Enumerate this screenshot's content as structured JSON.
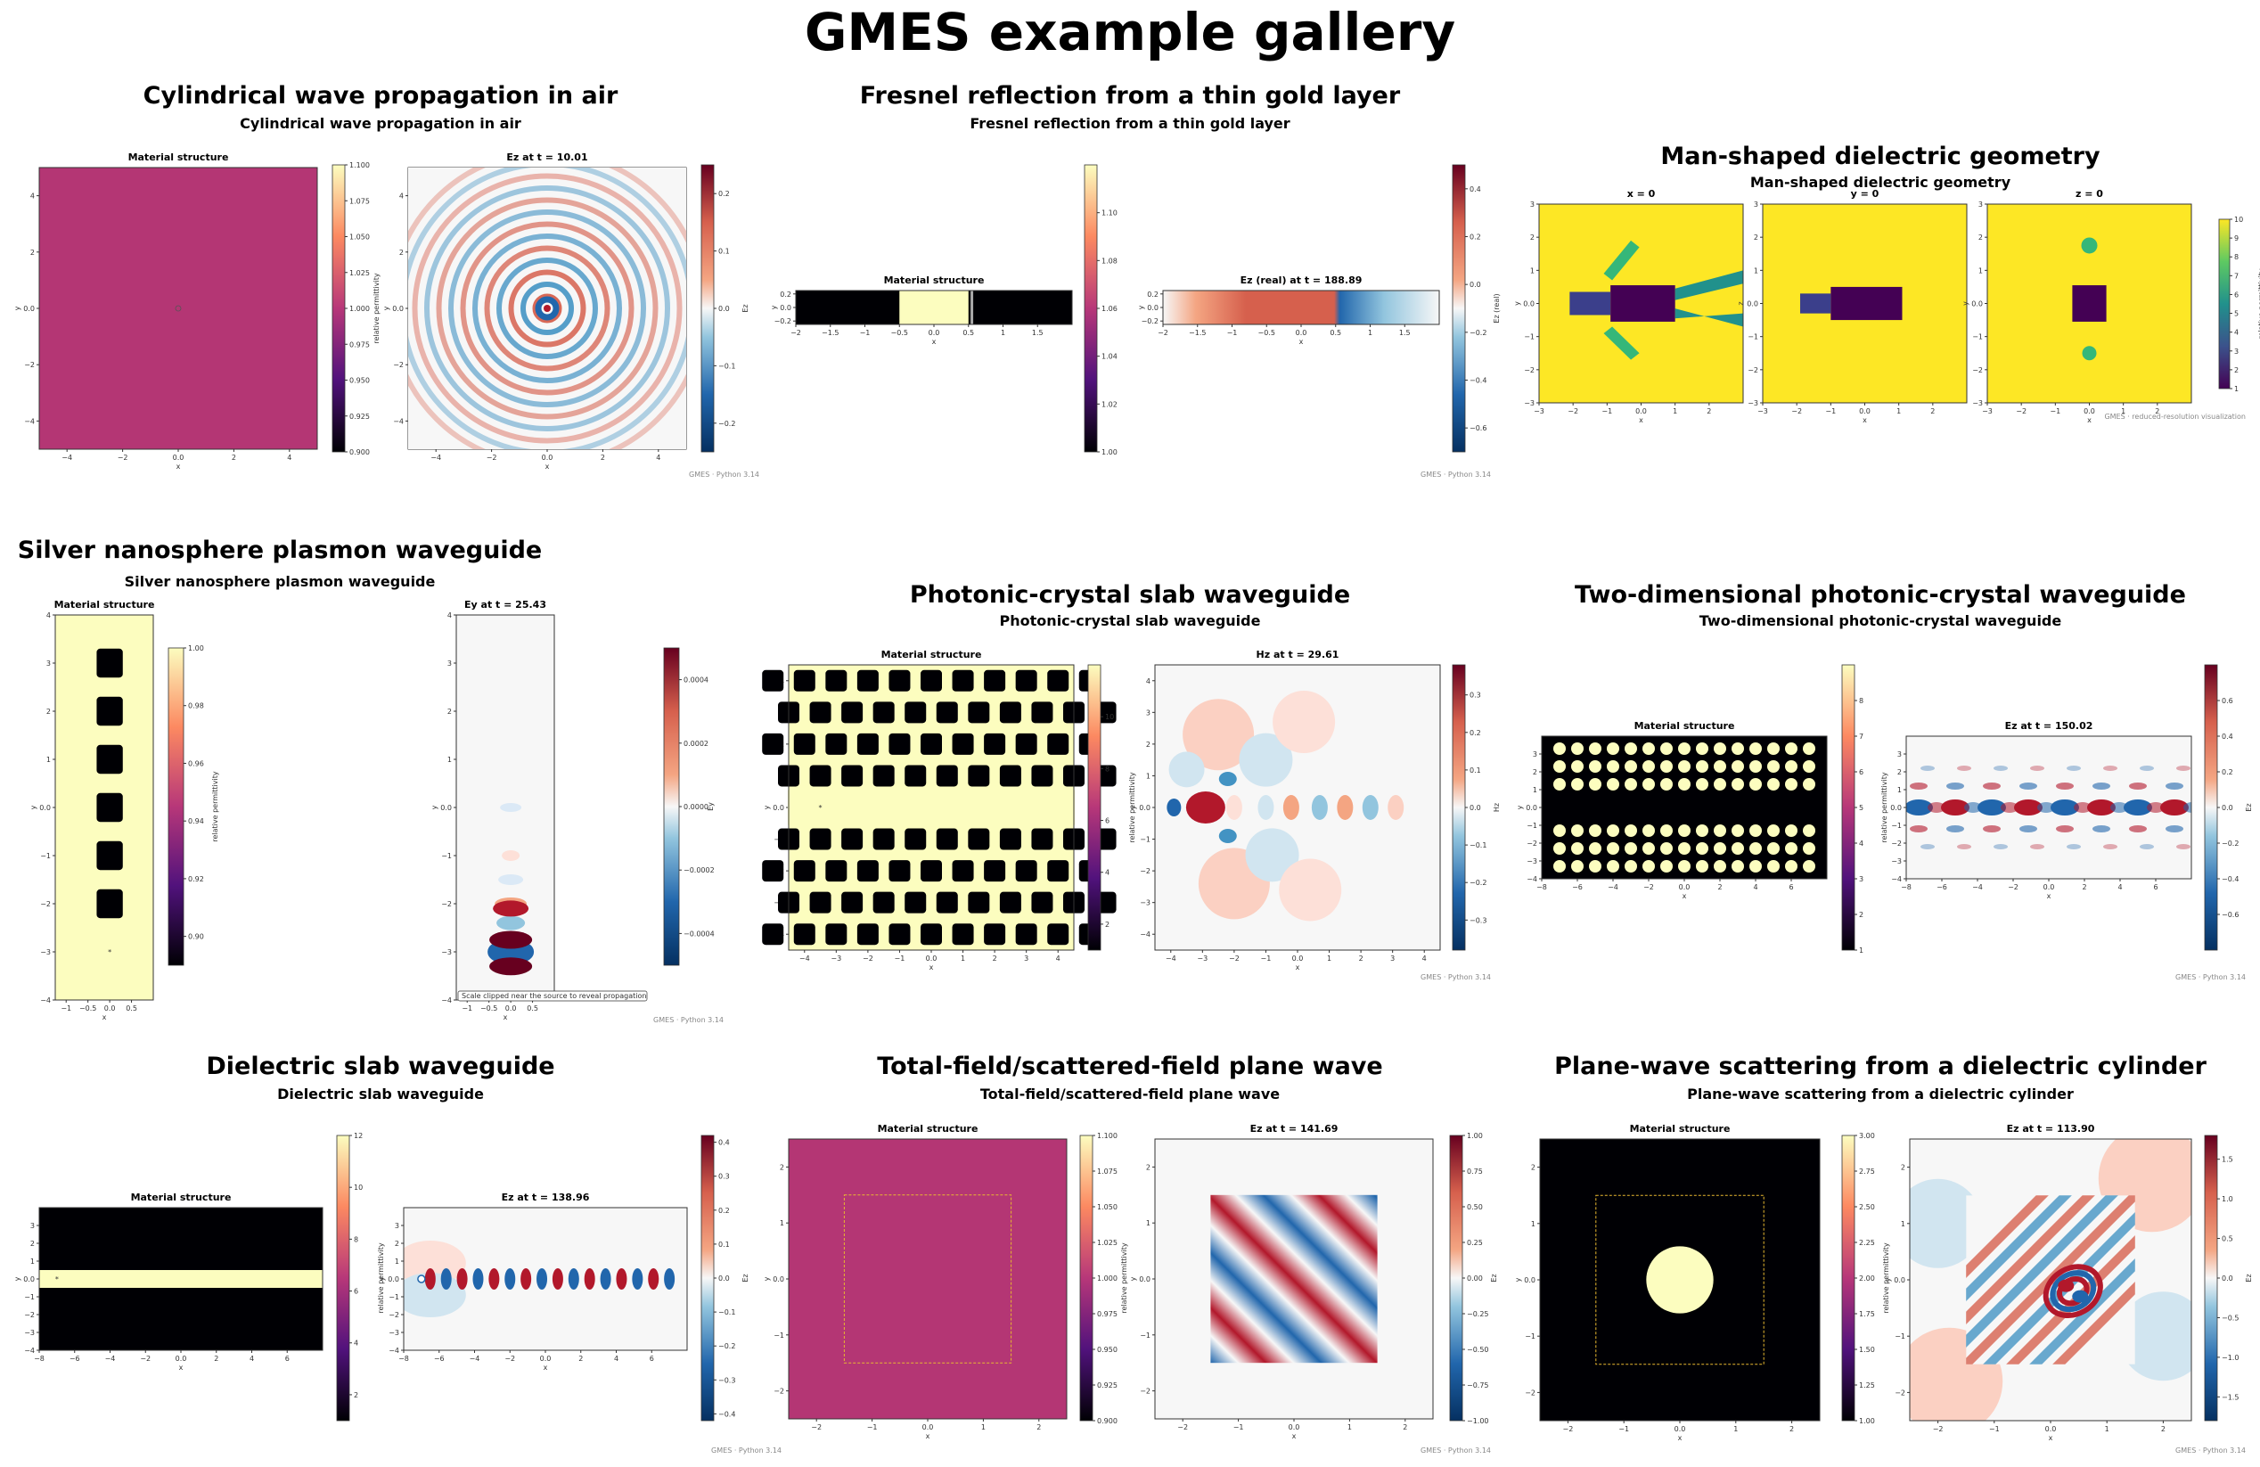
{
  "title": "GMES example gallery",
  "colors": {
    "magenta": "#b43674",
    "cream": "#fcfdbf",
    "red": "#b2182b",
    "blue": "#2166ac",
    "yellow": "#fde725",
    "purple": "#440154",
    "teal": "#21918c",
    "green": "#35b779"
  },
  "chart_data": [
    {
      "type": "heatmap",
      "title": "Cylindrical wave propagation in air",
      "subtitle": "Cylindrical wave propagation in air",
      "panels": [
        {
          "title": "Material structure",
          "xlabel": "x",
          "ylabel": "y",
          "xlim": [
            -5,
            5
          ],
          "ylim": [
            -5,
            5
          ],
          "xticks": [
            -4,
            -2,
            0,
            2,
            4
          ],
          "yticks": [
            -4,
            -2,
            0,
            2,
            4
          ],
          "colorbar": {
            "label": "relative permittivity",
            "colormap": "magma",
            "range": [
              0.9,
              1.1
            ],
            "ticks": [
              0.9,
              0.925,
              0.95,
              0.975,
              1.0,
              1.025,
              1.05,
              1.075,
              1.1
            ]
          }
        },
        {
          "title": "Ez at t = 10.01",
          "xlabel": "x",
          "ylabel": "y",
          "xlim": [
            -5,
            5
          ],
          "ylim": [
            -5,
            5
          ],
          "xticks": [
            -4,
            -2,
            0,
            2,
            4
          ],
          "yticks": [
            -4,
            -2,
            0,
            2,
            4
          ],
          "colorbar": {
            "label": "Ez",
            "colormap": "RdBu_r",
            "range": [
              -0.25,
              0.25
            ],
            "ticks": [
              -0.2,
              -0.1,
              0.0,
              0.1,
              0.2
            ]
          }
        }
      ],
      "footer": "GMES · Python 3.14"
    },
    {
      "type": "heatmap",
      "title": "Fresnel reflection from a thin gold layer",
      "subtitle": "Fresnel reflection from a thin gold layer",
      "panels": [
        {
          "title": "Material structure",
          "xlabel": "x",
          "ylabel": "y",
          "xlim": [
            -2,
            2
          ],
          "ylim": [
            -0.25,
            0.25
          ],
          "xticks": [
            -2.0,
            -1.5,
            -1.0,
            -0.5,
            0.0,
            0.5,
            1.0,
            1.5
          ],
          "yticks": [
            -0.2,
            0.0,
            0.2
          ],
          "colorbar": {
            "label": "",
            "colormap": "magma",
            "range": [
              1.0,
              1.12
            ],
            "ticks": [
              1.0,
              1.02,
              1.04,
              1.06,
              1.08,
              1.1
            ]
          }
        },
        {
          "title": "Ez (real) at t = 188.89",
          "xlabel": "x",
          "ylabel": "y",
          "xlim": [
            -2,
            2
          ],
          "ylim": [
            -0.25,
            0.25
          ],
          "xticks": [
            -2.0,
            -1.5,
            -1.0,
            -0.5,
            0.0,
            0.5,
            1.0,
            1.5
          ],
          "yticks": [
            -0.2,
            0.0,
            0.2
          ],
          "colorbar": {
            "label": "Ez (real)",
            "colormap": "RdBu_r",
            "range": [
              -0.7,
              0.5
            ],
            "ticks": [
              -0.6,
              -0.4,
              -0.2,
              0.0,
              0.2,
              0.4
            ]
          }
        }
      ],
      "footer": "GMES · Python 3.14"
    },
    {
      "type": "heatmap",
      "title": "Man-shaped dielectric geometry",
      "subtitle": "Man-shaped dielectric geometry",
      "panels": [
        {
          "title": "x = 0",
          "xlabel": "x",
          "ylabel": "y",
          "xlim": [
            -3,
            3
          ],
          "ylim": [
            -3,
            3
          ],
          "xticks": [
            -3,
            -2,
            -1,
            0,
            1,
            2
          ],
          "yticks": [
            -3,
            -2,
            -1,
            0,
            1,
            2,
            3
          ]
        },
        {
          "title": "y = 0",
          "xlabel": "x",
          "ylabel": "z",
          "xlim": [
            -3,
            3
          ],
          "ylim": [
            -3,
            3
          ],
          "xticks": [
            -3,
            -2,
            -1,
            0,
            1,
            2
          ],
          "yticks": [
            -3,
            -2,
            -1,
            0,
            1,
            2,
            3
          ]
        },
        {
          "title": "z = 0",
          "xlabel": "x",
          "ylabel": "y",
          "xlim": [
            -3,
            3
          ],
          "ylim": [
            -3,
            3
          ],
          "xticks": [
            -3,
            -2,
            -1,
            0,
            1,
            2
          ],
          "yticks": [
            -3,
            -2,
            -1,
            0,
            1,
            2,
            3
          ]
        }
      ],
      "colorbar": {
        "label": "relative permittivity",
        "colormap": "viridis",
        "range": [
          1,
          10
        ],
        "ticks": [
          1,
          2,
          3,
          4,
          5,
          6,
          7,
          8,
          9,
          10
        ]
      },
      "footer": "GMES · reduced-resolution visualization"
    },
    {
      "type": "heatmap",
      "title": "Silver nanosphere plasmon waveguide",
      "subtitle": "Silver nanosphere plasmon waveguide",
      "panels": [
        {
          "title": "Material structure",
          "xlabel": "x",
          "ylabel": "y",
          "xlim": [
            -1.25,
            1.0
          ],
          "ylim": [
            -4,
            4
          ],
          "xticks": [
            -1.0,
            -0.5,
            0.0,
            0.5
          ],
          "yticks": [
            -4,
            -3,
            -2,
            -1,
            0,
            1,
            2,
            3,
            4
          ],
          "colorbar": {
            "label": "relative permittivity",
            "colormap": "magma",
            "range": [
              0.89,
              1.0
            ],
            "ticks": [
              0.9,
              0.92,
              0.94,
              0.96,
              0.98,
              1.0
            ]
          }
        },
        {
          "title": "Ey at t = 25.43",
          "xlabel": "x",
          "ylabel": "y",
          "xlim": [
            -1.25,
            1.0
          ],
          "ylim": [
            -4,
            4
          ],
          "xticks": [
            -1.0,
            -0.5,
            0.0,
            0.5
          ],
          "yticks": [
            -4,
            -3,
            -2,
            -1,
            0,
            1,
            2,
            3,
            4
          ],
          "colorbar": {
            "label": "Ey",
            "colormap": "RdBu_r",
            "range": [
              -0.0005,
              0.0005
            ],
            "ticks": [
              "-0.0004",
              "-0.0002",
              "0.0000",
              "0.0002",
              "0.0004"
            ]
          },
          "annotation": "Scale clipped near the source to reveal propagation"
        }
      ],
      "footer": "GMES · Python 3.14"
    },
    {
      "type": "heatmap",
      "title": "Photonic-crystal slab waveguide",
      "subtitle": "Photonic-crystal slab waveguide",
      "panels": [
        {
          "title": "Material structure",
          "xlabel": "x",
          "ylabel": "y",
          "xlim": [
            -4.5,
            4.5
          ],
          "ylim": [
            -4.5,
            4.5
          ],
          "xticks": [
            -4,
            -3,
            -2,
            -1,
            0,
            1,
            2,
            3,
            4
          ],
          "yticks": [
            -4,
            -3,
            -2,
            -1,
            0,
            1,
            2,
            3,
            4
          ],
          "colorbar": {
            "label": "relative permittivity",
            "colormap": "magma",
            "range": [
              1,
              12
            ],
            "ticks": [
              2,
              4,
              6,
              8,
              10
            ]
          }
        },
        {
          "title": "Hz at t = 29.61",
          "xlabel": "x",
          "ylabel": "y",
          "xlim": [
            -4.5,
            4.5
          ],
          "ylim": [
            -4.5,
            4.5
          ],
          "xticks": [
            -4,
            -3,
            -2,
            -1,
            0,
            1,
            2,
            3,
            4
          ],
          "yticks": [
            -4,
            -3,
            -2,
            -1,
            0,
            1,
            2,
            3,
            4
          ],
          "colorbar": {
            "label": "Hz",
            "colormap": "RdBu_r",
            "range": [
              -0.38,
              0.38
            ],
            "ticks": [
              -0.3,
              -0.2,
              -0.1,
              0.0,
              0.1,
              0.2,
              0.3
            ]
          }
        }
      ],
      "footer": "GMES · Python 3.14"
    },
    {
      "type": "heatmap",
      "title": "Two-dimensional photonic-crystal waveguide",
      "subtitle": "Two-dimensional photonic-crystal waveguide",
      "panels": [
        {
          "title": "Material structure",
          "xlabel": "x",
          "ylabel": "y",
          "xlim": [
            -8,
            8
          ],
          "ylim": [
            -4,
            4
          ],
          "xticks": [
            -8,
            -6,
            -4,
            -2,
            0,
            2,
            4,
            6
          ],
          "yticks": [
            -4,
            -3,
            -2,
            -1,
            0,
            1,
            2,
            3
          ],
          "colorbar": {
            "label": "",
            "colormap": "magma",
            "range": [
              1,
              9
            ],
            "ticks": [
              1,
              2,
              3,
              4,
              5,
              6,
              7,
              8
            ]
          }
        },
        {
          "title": "Ez at t = 150.02",
          "xlabel": "x",
          "ylabel": "relative permittivity",
          "xlim": [
            -8,
            8
          ],
          "ylim": [
            -4,
            4
          ],
          "xticks": [
            -8,
            -6,
            -4,
            -2,
            0,
            2,
            4,
            6
          ],
          "yticks": [
            -4,
            -3,
            -2,
            -1,
            0,
            1,
            2,
            3
          ],
          "colorbar": {
            "label": "Ez",
            "colormap": "RdBu_r",
            "range": [
              -0.8,
              0.8
            ],
            "ticks": [
              -0.6,
              -0.4,
              -0.2,
              0.0,
              0.2,
              0.4,
              0.6
            ]
          }
        }
      ],
      "footer": "GMES · Python 3.14"
    },
    {
      "type": "heatmap",
      "title": "Dielectric slab waveguide",
      "subtitle": "Dielectric slab waveguide",
      "panels": [
        {
          "title": "Material structure",
          "xlabel": "x",
          "ylabel": "y",
          "xlim": [
            -8,
            8
          ],
          "ylim": [
            -4,
            4
          ],
          "xticks": [
            -8,
            -6,
            -4,
            -2,
            0,
            2,
            4,
            6
          ],
          "yticks": [
            -4,
            -3,
            -2,
            -1,
            0,
            1,
            2,
            3
          ],
          "colorbar": {
            "label": "relative permittivity",
            "colormap": "magma",
            "range": [
              1,
              12
            ],
            "ticks": [
              2,
              4,
              6,
              8,
              10,
              12
            ]
          }
        },
        {
          "title": "Ez at t = 138.96",
          "xlabel": "x",
          "ylabel": "y",
          "xlim": [
            -8,
            8
          ],
          "ylim": [
            -4,
            4
          ],
          "xticks": [
            -8,
            -6,
            -4,
            -2,
            0,
            2,
            4,
            6
          ],
          "yticks": [
            -4,
            -3,
            -2,
            -1,
            0,
            1,
            2,
            3
          ],
          "colorbar": {
            "label": "Ez",
            "colormap": "RdBu_r",
            "range": [
              -0.42,
              0.42
            ],
            "ticks": [
              -0.4,
              -0.3,
              -0.2,
              -0.1,
              0.0,
              0.1,
              0.2,
              0.3,
              0.4
            ]
          }
        }
      ],
      "footer": "GMES · Python 3.14"
    },
    {
      "type": "heatmap",
      "title": "Total-field/scattered-field plane wave",
      "subtitle": "Total-field/scattered-field plane wave",
      "panels": [
        {
          "title": "Material structure",
          "xlabel": "x",
          "ylabel": "y",
          "xlim": [
            -2.5,
            2.5
          ],
          "ylim": [
            -2.5,
            2.5
          ],
          "xticks": [
            -2,
            -1,
            0,
            1,
            2
          ],
          "yticks": [
            -2,
            -1,
            0,
            1,
            2
          ],
          "colorbar": {
            "label": "relative permittivity",
            "colormap": "magma",
            "range": [
              0.9,
              1.1
            ],
            "ticks": [
              0.9,
              0.925,
              0.95,
              0.975,
              1.0,
              1.025,
              1.05,
              1.075,
              1.1
            ]
          }
        },
        {
          "title": "Ez at t = 141.69",
          "xlabel": "x",
          "ylabel": "y",
          "xlim": [
            -2.5,
            2.5
          ],
          "ylim": [
            -2.5,
            2.5
          ],
          "xticks": [
            -2,
            -1,
            0,
            1,
            2
          ],
          "yticks": [
            -2,
            -1,
            0,
            1,
            2
          ],
          "colorbar": {
            "label": "Ez",
            "colormap": "RdBu_r",
            "range": [
              -1.0,
              1.0
            ],
            "ticks": [
              -1.0,
              -0.75,
              -0.5,
              -0.25,
              0.0,
              0.25,
              0.5,
              0.75,
              1.0
            ]
          }
        }
      ],
      "footer": "GMES · Python 3.14"
    },
    {
      "type": "heatmap",
      "title": "Plane-wave scattering from a dielectric cylinder",
      "subtitle": "Plane-wave scattering from a dielectric cylinder",
      "panels": [
        {
          "title": "Material structure",
          "xlabel": "x",
          "ylabel": "y",
          "xlim": [
            -2.5,
            2.5
          ],
          "ylim": [
            -2.5,
            2.5
          ],
          "xticks": [
            -2,
            -1,
            0,
            1,
            2
          ],
          "yticks": [
            -2,
            -1,
            0,
            1,
            2
          ],
          "colorbar": {
            "label": "relative permittivity",
            "colormap": "magma",
            "range": [
              1.0,
              3.0
            ],
            "ticks": [
              1.0,
              1.25,
              1.5,
              1.75,
              2.0,
              2.25,
              2.5,
              2.75,
              3.0
            ]
          }
        },
        {
          "title": "Ez at t = 113.90",
          "xlabel": "x",
          "ylabel": "y",
          "xlim": [
            -2.5,
            2.5
          ],
          "ylim": [
            -2.5,
            2.5
          ],
          "xticks": [
            -2,
            -1,
            0,
            1,
            2
          ],
          "yticks": [
            -2,
            -1,
            0,
            1,
            2
          ],
          "colorbar": {
            "label": "Ez",
            "colormap": "RdBu_r",
            "range": [
              -1.8,
              1.8
            ],
            "ticks": [
              -1.5,
              -1.0,
              -0.5,
              0.0,
              0.5,
              1.0,
              1.5
            ]
          }
        }
      ],
      "footer": "GMES · Python 3.14"
    }
  ]
}
